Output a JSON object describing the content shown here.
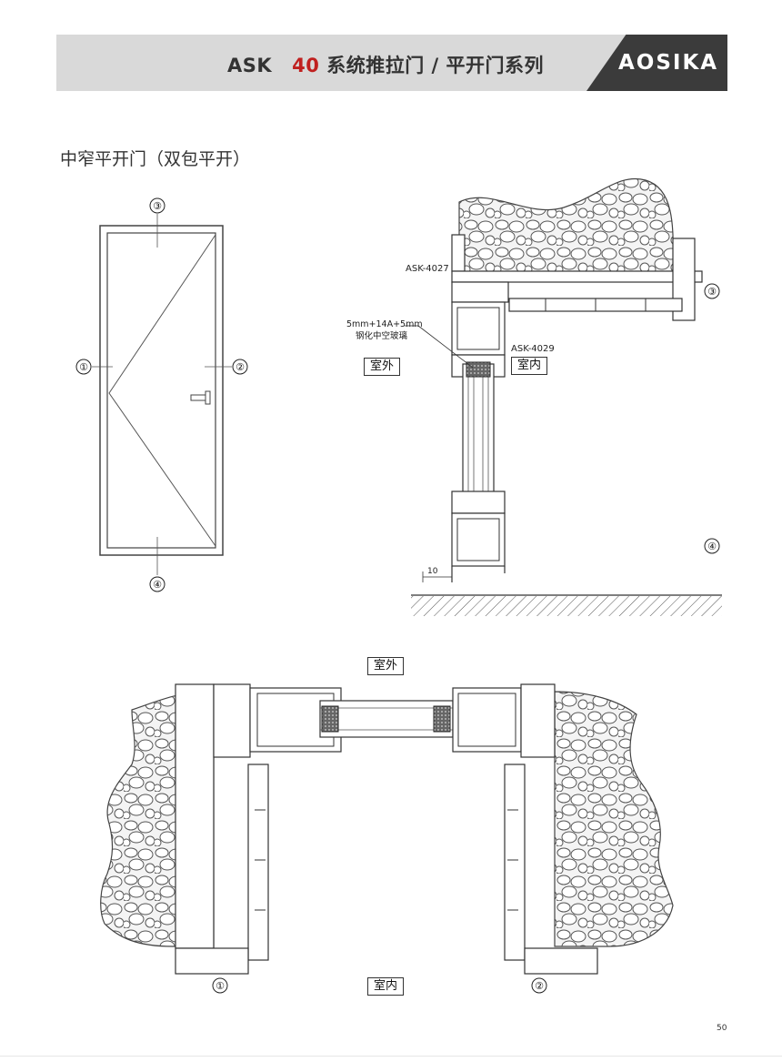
{
  "header": {
    "series_prefix": "ASK",
    "series_number": "40",
    "series_name": "系统推拉门 / 平开门系列",
    "logo_text": "AOSIKA"
  },
  "section_title": "中窄平开门（双包平开）",
  "elevation": {
    "markers": [
      "①",
      "②",
      "③",
      "④"
    ]
  },
  "vertical_section": {
    "profile_top": "ASK-4027",
    "profile_bottom": "ASK-4029",
    "glass_spec": "5mm+14A+5mm",
    "glass_type": "钢化中空玻璃",
    "outside_label": "室外",
    "inside_label": "室内",
    "marker_top": "③",
    "marker_bottom": "④",
    "dimension": "10"
  },
  "horizontal_section": {
    "outside_label": "室外",
    "inside_label": "室内",
    "marker_left": "①",
    "marker_right": "②"
  },
  "page_number": "50"
}
